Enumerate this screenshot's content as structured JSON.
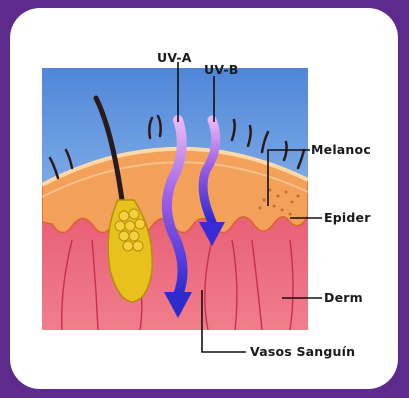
{
  "labels": {
    "uva": "UV-A",
    "uvb": "UV-B",
    "melanocytes": "Melanoc",
    "epidermis": "Epider",
    "dermis": "Derm",
    "vessels": "Vasos Sanguín"
  },
  "colors": {
    "frame": "#5e2a8c",
    "sky": "#6f9fe0",
    "epidermis": "#f3a15a",
    "dermis": "#ea4f6e",
    "arrow_uva": "#2b2bd0",
    "arrow_uvb": "#3a2ad6",
    "follicle": "#e8c21c"
  }
}
